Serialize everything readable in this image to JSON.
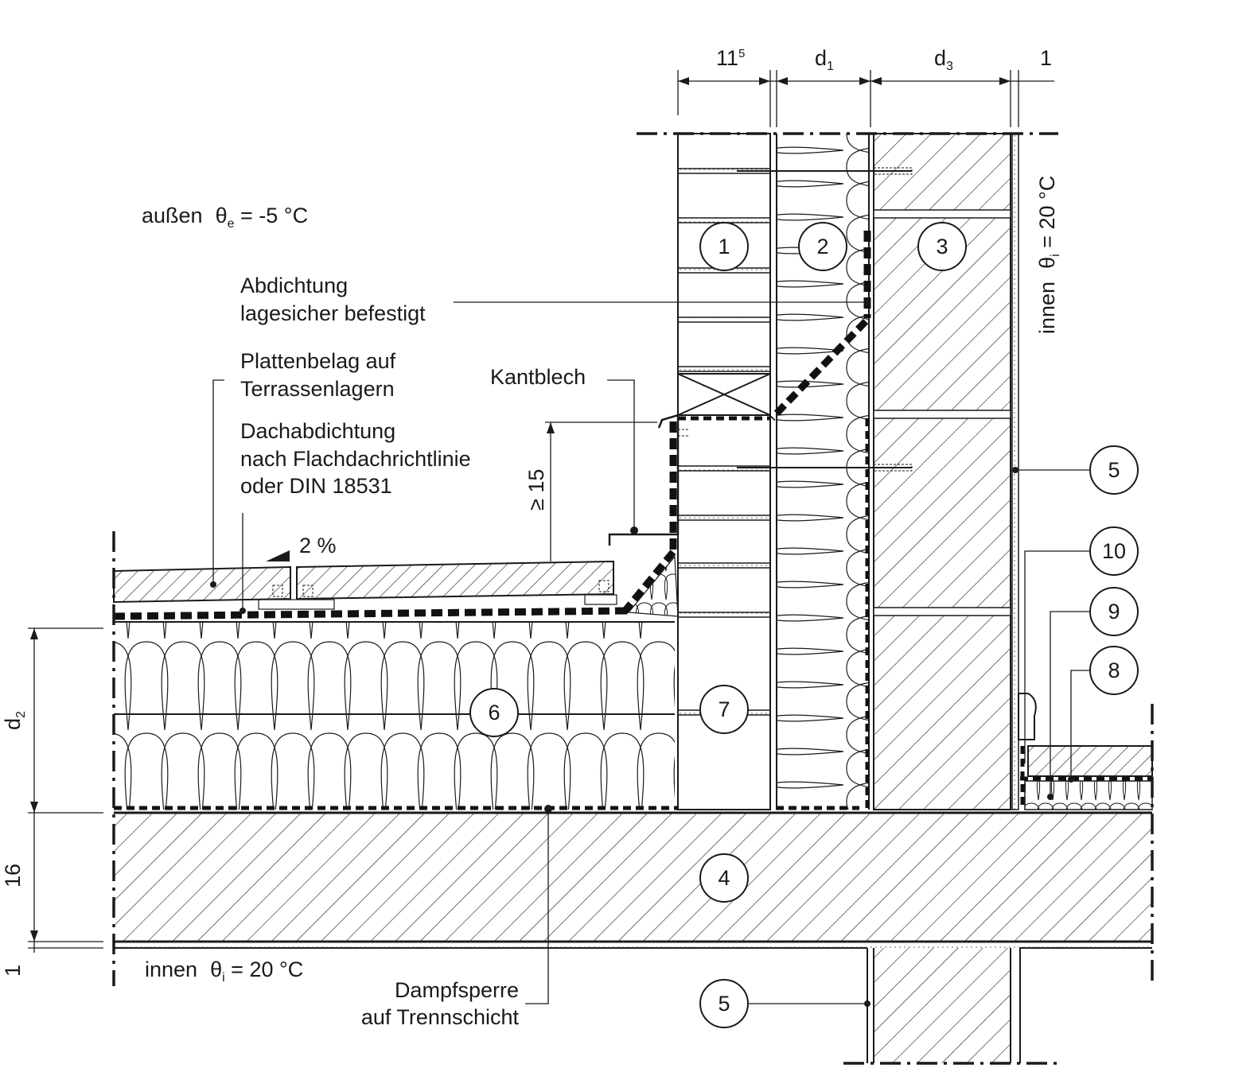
{
  "dimensions": {
    "top": [
      {
        "id": "d-115",
        "base": "11",
        "sup": "5"
      },
      {
        "id": "d-d1",
        "base": "d",
        "sub": "1"
      },
      {
        "id": "d-d3",
        "base": "d",
        "sub": "3"
      },
      {
        "id": "d-1top",
        "base": "1"
      }
    ],
    "left": {
      "d2": {
        "base": "d",
        "sub": "2"
      },
      "slab": "16",
      "plaster": "1"
    },
    "upstand": "≥ 15",
    "slope": "2 %"
  },
  "climate": {
    "outside": {
      "word": "außen",
      "sym": "θ",
      "sub": "e",
      "value": " = -5 °C"
    },
    "inside_bottom": {
      "word": "innen",
      "sym": "θ",
      "sub": "i",
      "value": " = 20 °C"
    },
    "inside_right": {
      "word": "innen",
      "sym": "θ",
      "sub": "i",
      "value": " = 20 °C"
    }
  },
  "labels": {
    "abdichtung": [
      "Abdichtung",
      "lagesicher befestigt"
    ],
    "plattenbelag": [
      "Plattenbelag auf",
      "Terrassenlagern"
    ],
    "dachabdichtung": [
      "Dachabdichtung",
      "nach Flachdachrichtlinie",
      "oder DIN 18531"
    ],
    "kantblech": "Kantblech",
    "dampfsperre": [
      "Dampfsperre",
      "auf Trennschicht"
    ]
  },
  "markers": [
    "1",
    "2",
    "3",
    "4",
    "5",
    "6",
    "7",
    "8",
    "9",
    "10",
    "5"
  ]
}
